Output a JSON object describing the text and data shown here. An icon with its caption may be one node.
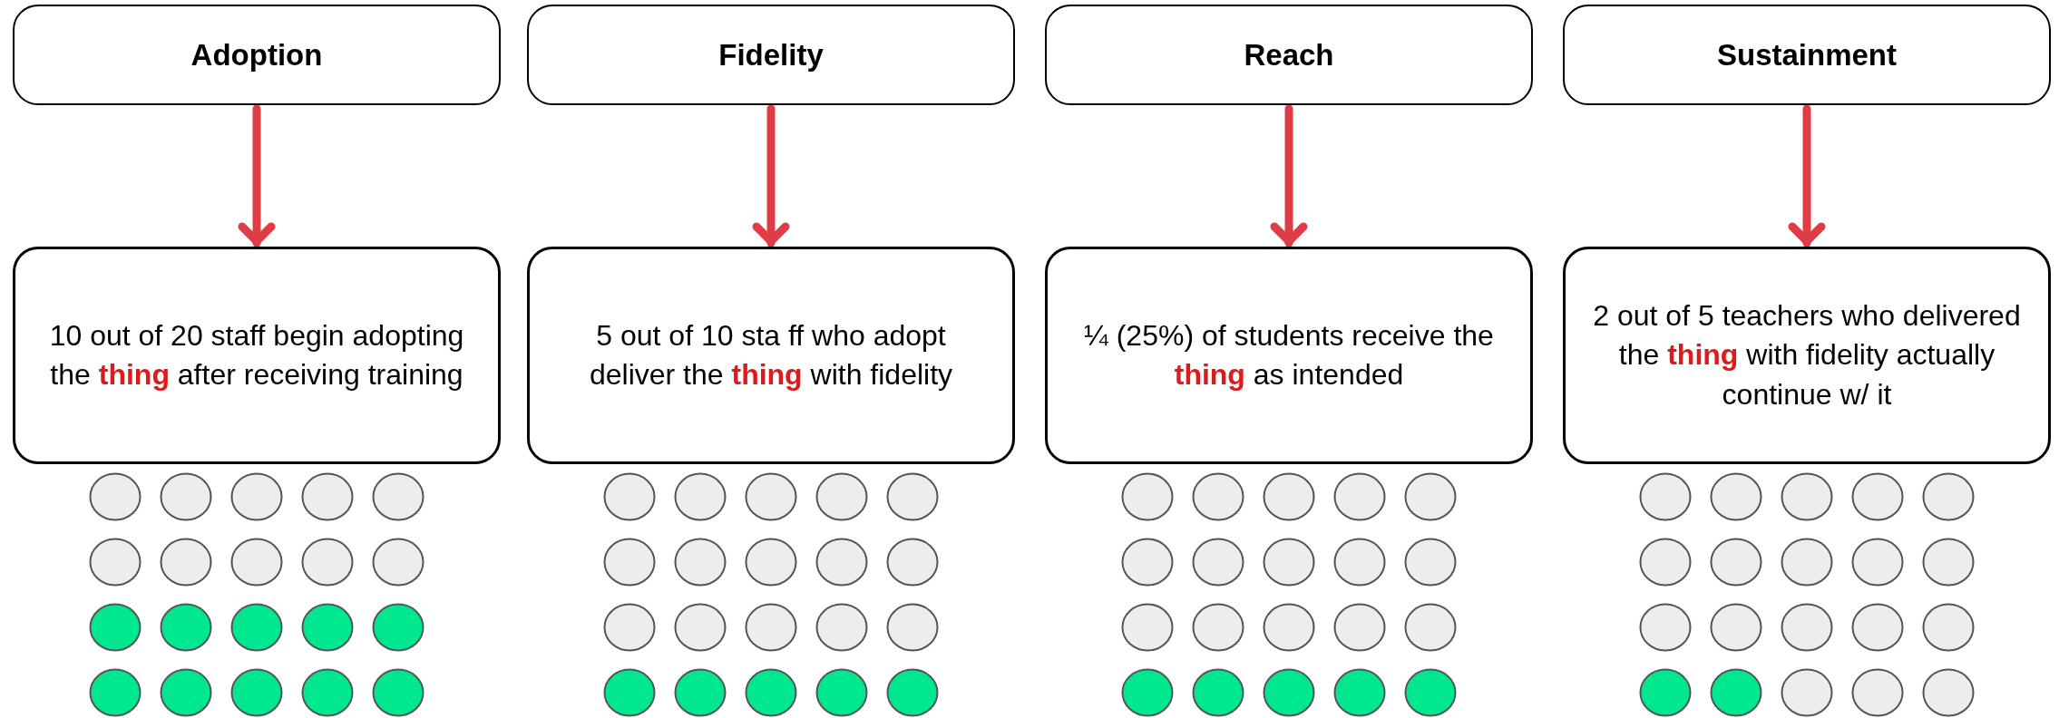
{
  "diagram": {
    "nodes": [
      {
        "text": [
          "Adoption"
        ]
      },
      {
        "text": [
          "Fidelity"
        ]
      },
      {
        "text": [
          "Reach"
        ]
      },
      {
        "text": [
          "Sustainment"
        ]
      },
      {
        "text": [
          "10 out of 20 staff begin adopting the **thing** after receiving training"
        ]
      },
      {
        "text": [
          "5 out of 10 sta ff who adopt deliver the **thing** with fidelity"
        ]
      },
      {
        "text": [
          "¼ (25%) of students receive the **thing** as intended"
        ]
      },
      {
        "text": [
          "2 out of 5 teachers who delivered the **thing** with fidelity actually continue w/ it"
        ]
      }
    ],
    "edges": [
      {
        "from": 0,
        "to": 4,
        "arrow": "to"
      },
      {
        "from": 1,
        "to": 5,
        "arrow": "to"
      },
      {
        "from": 2,
        "to": 6,
        "arrow": "to"
      },
      {
        "from": 3,
        "to": 7,
        "arrow": "to"
      }
    ]
  }
}
